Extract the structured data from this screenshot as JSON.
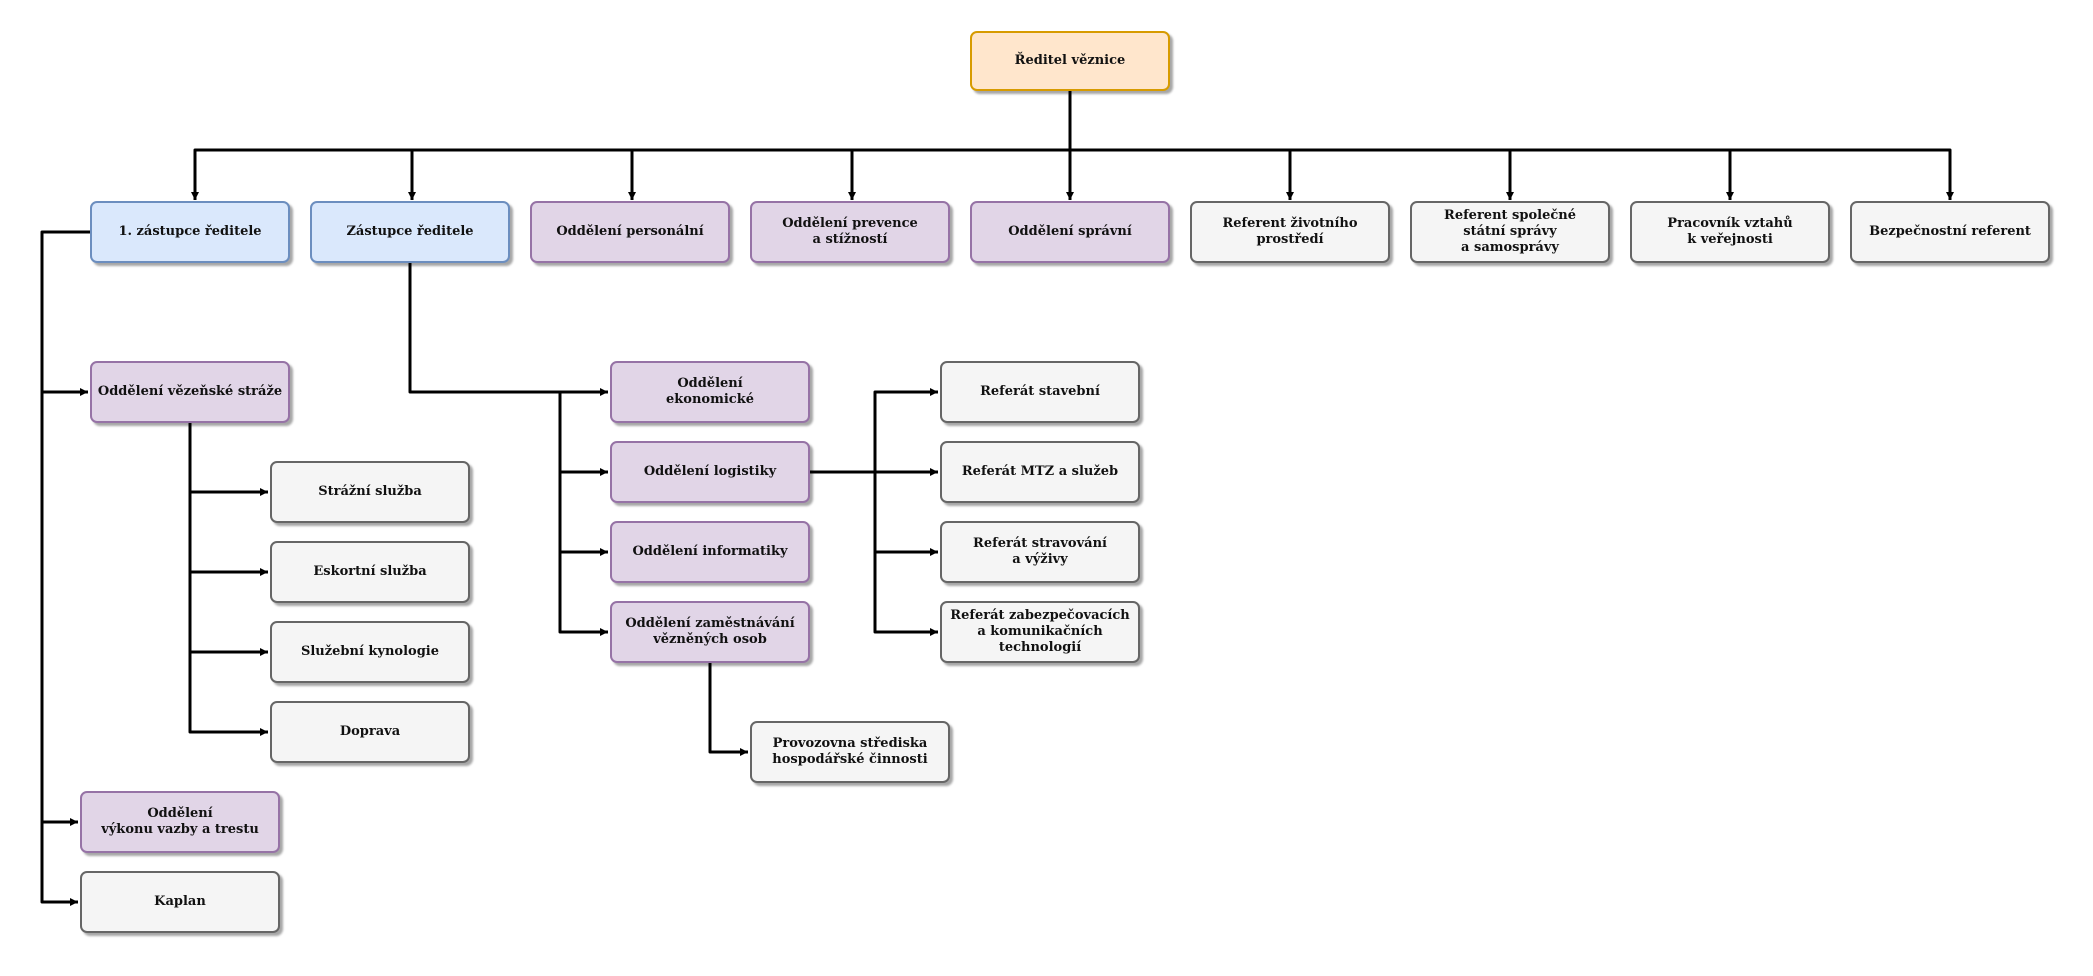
{
  "colors": {
    "director": "#ffe6cc",
    "deputy": "#dae8fc",
    "department": "#e1d5e7",
    "unit": "#f5f5f5",
    "connector": "#000000"
  },
  "nodes": [
    {
      "id": "reditel",
      "label": "Ředitel věznice",
      "style": "orange"
    },
    {
      "id": "zast1",
      "label": "1. zástupce ředitele",
      "style": "blue"
    },
    {
      "id": "zast",
      "label": "Zástupce ředitele",
      "style": "blue"
    },
    {
      "id": "personalni",
      "label": "Oddělení personální",
      "style": "purple"
    },
    {
      "id": "prevence",
      "label": "Oddělení prevence\na stížností",
      "style": "purple"
    },
    {
      "id": "spravni",
      "label": "Oddělení správní",
      "style": "purple"
    },
    {
      "id": "zivprostredi",
      "label": "Referent životního\nprostředí",
      "style": "gray"
    },
    {
      "id": "spolecne",
      "label": "Referent společné\nstátní správy\na samosprávy",
      "style": "gray"
    },
    {
      "id": "vztahy",
      "label": "Pracovník vztahů\nk veřejnosti",
      "style": "gray"
    },
    {
      "id": "bezpecnost",
      "label": "Bezpečnostní referent",
      "style": "gray"
    },
    {
      "id": "straz",
      "label": "Oddělení vězeňské stráže",
      "style": "purple"
    },
    {
      "id": "strazni",
      "label": "Strážní služba",
      "style": "gray"
    },
    {
      "id": "eskortni",
      "label": "Eskortní služba",
      "style": "gray"
    },
    {
      "id": "kynologie",
      "label": "Služební kynologie",
      "style": "gray"
    },
    {
      "id": "doprava",
      "label": "Doprava",
      "style": "gray"
    },
    {
      "id": "vykon",
      "label": "Oddělení\nvýkonu vazby a trestu",
      "style": "purple"
    },
    {
      "id": "kaplan",
      "label": "Kaplan",
      "style": "gray"
    },
    {
      "id": "ekonomicke",
      "label": "Oddělení\nekonomické",
      "style": "purple"
    },
    {
      "id": "logistiky",
      "label": "Oddělení logistiky",
      "style": "purple"
    },
    {
      "id": "informatiky",
      "label": "Oddělení informatiky",
      "style": "purple"
    },
    {
      "id": "zamestnavani",
      "label": "Oddělení zaměstnávání\nvězněných osob",
      "style": "purple"
    },
    {
      "id": "provozovna",
      "label": "Provozovna střediska\nhospodářské činnosti",
      "style": "gray"
    },
    {
      "id": "stavebni",
      "label": "Referát stavební",
      "style": "gray"
    },
    {
      "id": "mtz",
      "label": "Referát MTZ a služeb",
      "style": "gray"
    },
    {
      "id": "stravovani",
      "label": "Referát stravování\na výživy",
      "style": "gray"
    },
    {
      "id": "zabezpecovaci",
      "label": "Referát zabezpečovacích\na  komunikačních\ntechnologií",
      "style": "gray"
    }
  ],
  "edges": [
    {
      "from": "reditel",
      "to": "zast1"
    },
    {
      "from": "reditel",
      "to": "zast"
    },
    {
      "from": "reditel",
      "to": "personalni"
    },
    {
      "from": "reditel",
      "to": "prevence"
    },
    {
      "from": "reditel",
      "to": "spravni"
    },
    {
      "from": "reditel",
      "to": "zivprostredi"
    },
    {
      "from": "reditel",
      "to": "spolecne"
    },
    {
      "from": "reditel",
      "to": "vztahy"
    },
    {
      "from": "reditel",
      "to": "bezpecnost"
    },
    {
      "from": "zast1",
      "to": "straz"
    },
    {
      "from": "zast1",
      "to": "vykon"
    },
    {
      "from": "zast1",
      "to": "kaplan"
    },
    {
      "from": "straz",
      "to": "strazni"
    },
    {
      "from": "straz",
      "to": "eskortni"
    },
    {
      "from": "straz",
      "to": "kynologie"
    },
    {
      "from": "straz",
      "to": "doprava"
    },
    {
      "from": "zast",
      "to": "ekonomicke"
    },
    {
      "from": "zast",
      "to": "logistiky"
    },
    {
      "from": "zast",
      "to": "informatiky"
    },
    {
      "from": "zast",
      "to": "zamestnavani"
    },
    {
      "from": "zamestnavani",
      "to": "provozovna"
    },
    {
      "from": "logistiky",
      "to": "stavebni"
    },
    {
      "from": "logistiky",
      "to": "mtz"
    },
    {
      "from": "logistiky",
      "to": "stravovani"
    },
    {
      "from": "logistiky",
      "to": "zabezpecovaci"
    }
  ]
}
